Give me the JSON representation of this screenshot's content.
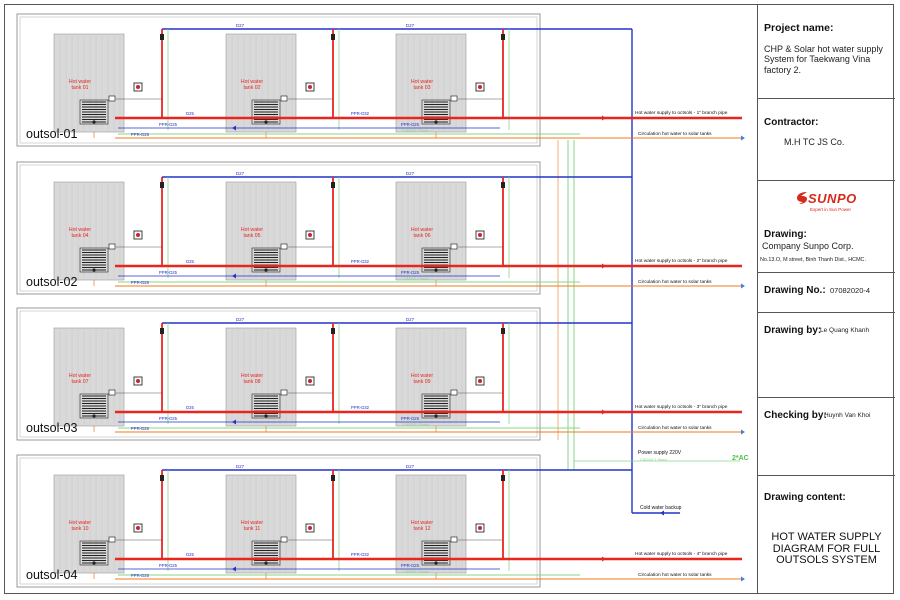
{
  "groups": [
    {
      "label": "outsol-01",
      "tanks": [
        {
          "line1": "Hot water",
          "line2": "tank 01"
        },
        {
          "line1": "Hot water",
          "line2": "tank 02"
        },
        {
          "line1": "Hot water",
          "line2": "tank 03"
        }
      ],
      "supply_label": "Hot water supply to octsols - 1\" branch pipe",
      "circ_label": "Circulation hot water to solar tanks"
    },
    {
      "label": "outsol-02",
      "tanks": [
        {
          "line1": "Hot water",
          "line2": "tank 04"
        },
        {
          "line1": "Hot water",
          "line2": "tank 05"
        },
        {
          "line1": "Hot water",
          "line2": "tank 06"
        }
      ],
      "supply_label": "Hot water supply to octsols - 2\" branch pipe",
      "circ_label": "Circulation hot water to solar tanks"
    },
    {
      "label": "outsol-03",
      "tanks": [
        {
          "line1": "Hot water",
          "line2": "tank 07"
        },
        {
          "line1": "Hot water",
          "line2": "tank 08"
        },
        {
          "line1": "Hot water",
          "line2": "tank 09"
        }
      ],
      "supply_label": "Hot water supply to octsols - 3\" branch pipe",
      "circ_label": "Circulation hot water to solar tanks"
    },
    {
      "label": "outsol-04",
      "tanks": [
        {
          "line1": "Hot water",
          "line2": "tank 10"
        },
        {
          "line1": "Hot water",
          "line2": "tank 11"
        },
        {
          "line1": "Hot water",
          "line2": "tank 12"
        }
      ],
      "supply_label": "Hot water supply to octsols - 4\" branch pipe",
      "circ_label": "Circulation hot water to solar tanks"
    }
  ],
  "pipe_labels": {
    "d27": "D27",
    "d25": "D25",
    "ppr25": "PPR-D25",
    "ppr32": "PPR-D32",
    "cadivi": "CADIVI 1.5mm"
  },
  "power": {
    "label": "Power supply 220V",
    "cable": "CADIVI 1.5mm",
    "ac": "2*AC"
  },
  "cold_water_label": "Cold water backup",
  "titleblock": {
    "project_head": "Project name:",
    "project_name": "CHP & Solar hot water supply System for Taekwang Vina factory 2.",
    "contractor_head": "Contractor:",
    "contractor": "M.H TC JS Co.",
    "logo_word": "SUNPO",
    "logo_tagline": "Expert in Sun Power",
    "drawing_head": "Drawing:",
    "company": "Company Sunpo Corp.",
    "address": "No.13.O, M street, Binh Thanh Dist., HCMC.",
    "drawing_no_head": "Drawing No.:",
    "drawing_no": "07082020-4",
    "drawing_by_head": "Drawing by:",
    "drawing_by": "Le Quang Khanh",
    "checking_by_head": "Checking by:",
    "checking_by": "Huynh Van Khoi",
    "content_head": "Drawing content:",
    "content": "HOT WATER SUPPLY DIAGRAM FOR FULL OUTSOLS SYSTEM"
  },
  "colors": {
    "hot": "#e8251f",
    "blue": "#2434c8",
    "orange": "#f07a1e",
    "green": "#88d688",
    "panel": "#d9d9d9",
    "tank_text": "#e8251f"
  }
}
